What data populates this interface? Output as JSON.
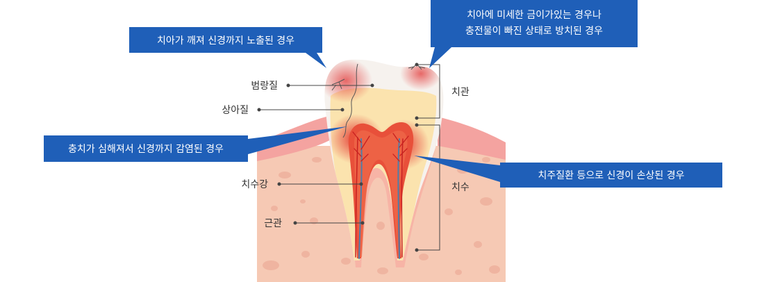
{
  "callouts": {
    "crack_exposed": "치아가 깨져 신경까지 노출된 경우",
    "fine_crack_line1": "치아에 미세한 금이가있는 경우나",
    "fine_crack_line2": "충전물이 빠진 상태로 방치된 경우",
    "caries_infection": "충치가 심해져서 신경까지 감염된 경우",
    "periodontal": "치주질환 등으로 신경이 손상된 경우"
  },
  "labels": {
    "enamel": "범랑질",
    "dentin": "상아질",
    "pulp_cavity": "치수강",
    "root_canal": "근관",
    "crown": "치관",
    "root": "치수"
  },
  "colors": {
    "callout_bg": "#1f5fb8",
    "gum": "#f4a3a0",
    "bone": "#f6c9b4",
    "dentin": "#fbe3ae",
    "enamel": "#f6f2ee",
    "pulp": "#e8503a",
    "inflamed": "#e23030"
  }
}
